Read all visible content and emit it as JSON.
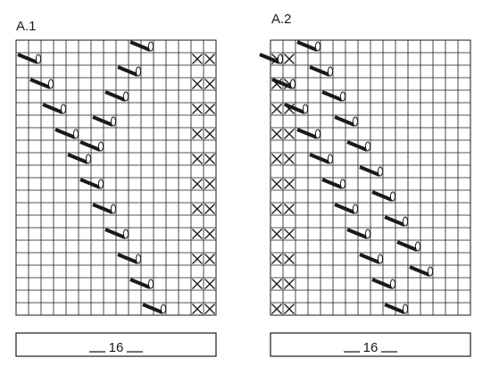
{
  "charts": [
    {
      "title": "A.1",
      "stitch_count": "16",
      "columns": 16,
      "rows": 22,
      "symbols": {
        "cable": [
          [
            0,
            1
          ],
          [
            1,
            3
          ],
          [
            2,
            5
          ],
          [
            3,
            7
          ],
          [
            4,
            9
          ],
          [
            5,
            11
          ],
          [
            6,
            13
          ],
          [
            7,
            15
          ],
          [
            8,
            17
          ],
          [
            9,
            19
          ],
          [
            10,
            21
          ],
          [
            9,
            0
          ],
          [
            8,
            2
          ],
          [
            7,
            4
          ],
          [
            6,
            6
          ],
          [
            5,
            8
          ]
        ],
        "cross": [
          [
            1,
            14
          ],
          [
            1,
            15
          ],
          [
            3,
            14
          ],
          [
            3,
            15
          ],
          [
            5,
            14
          ],
          [
            5,
            15
          ],
          [
            7,
            14
          ],
          [
            7,
            15
          ],
          [
            9,
            14
          ],
          [
            9,
            15
          ],
          [
            11,
            14
          ],
          [
            11,
            15
          ],
          [
            13,
            14
          ],
          [
            13,
            15
          ],
          [
            15,
            14
          ],
          [
            15,
            15
          ],
          [
            17,
            14
          ],
          [
            17,
            15
          ],
          [
            19,
            14
          ],
          [
            19,
            15
          ],
          [
            21,
            14
          ],
          [
            21,
            15
          ]
        ]
      }
    },
    {
      "title": "A.2",
      "stitch_count": "16",
      "columns": 16,
      "rows": 22,
      "symbols": {
        "cable": [
          [
            2,
            0
          ],
          [
            3,
            2
          ],
          [
            4,
            4
          ],
          [
            5,
            6
          ],
          [
            6,
            8
          ],
          [
            7,
            10
          ],
          [
            8,
            12
          ],
          [
            9,
            14
          ],
          [
            10,
            16
          ],
          [
            11,
            18
          ],
          [
            9,
            21
          ],
          [
            8,
            19
          ],
          [
            7,
            17
          ],
          [
            6,
            15
          ],
          [
            5,
            13
          ],
          [
            4,
            11
          ],
          [
            3,
            9
          ],
          [
            2,
            7
          ],
          [
            1,
            5
          ],
          [
            0,
            3
          ],
          [
            -1,
            1
          ]
        ],
        "cross": [
          [
            1,
            0
          ],
          [
            1,
            1
          ],
          [
            3,
            0
          ],
          [
            3,
            1
          ],
          [
            5,
            0
          ],
          [
            5,
            1
          ],
          [
            7,
            0
          ],
          [
            7,
            1
          ],
          [
            9,
            0
          ],
          [
            9,
            1
          ],
          [
            11,
            0
          ],
          [
            11,
            1
          ],
          [
            13,
            0
          ],
          [
            13,
            1
          ],
          [
            15,
            0
          ],
          [
            15,
            1
          ],
          [
            17,
            0
          ],
          [
            17,
            1
          ],
          [
            19,
            0
          ],
          [
            19,
            1
          ],
          [
            21,
            0
          ],
          [
            21,
            1
          ]
        ]
      }
    }
  ],
  "legend": {
    "cable_icon": "cable-stitch-icon",
    "cross_icon": "cross-stitch-icon"
  },
  "colors": {
    "grid": "#1a1a1a",
    "symbol": "#1a1a1a",
    "background": "#ffffff"
  }
}
